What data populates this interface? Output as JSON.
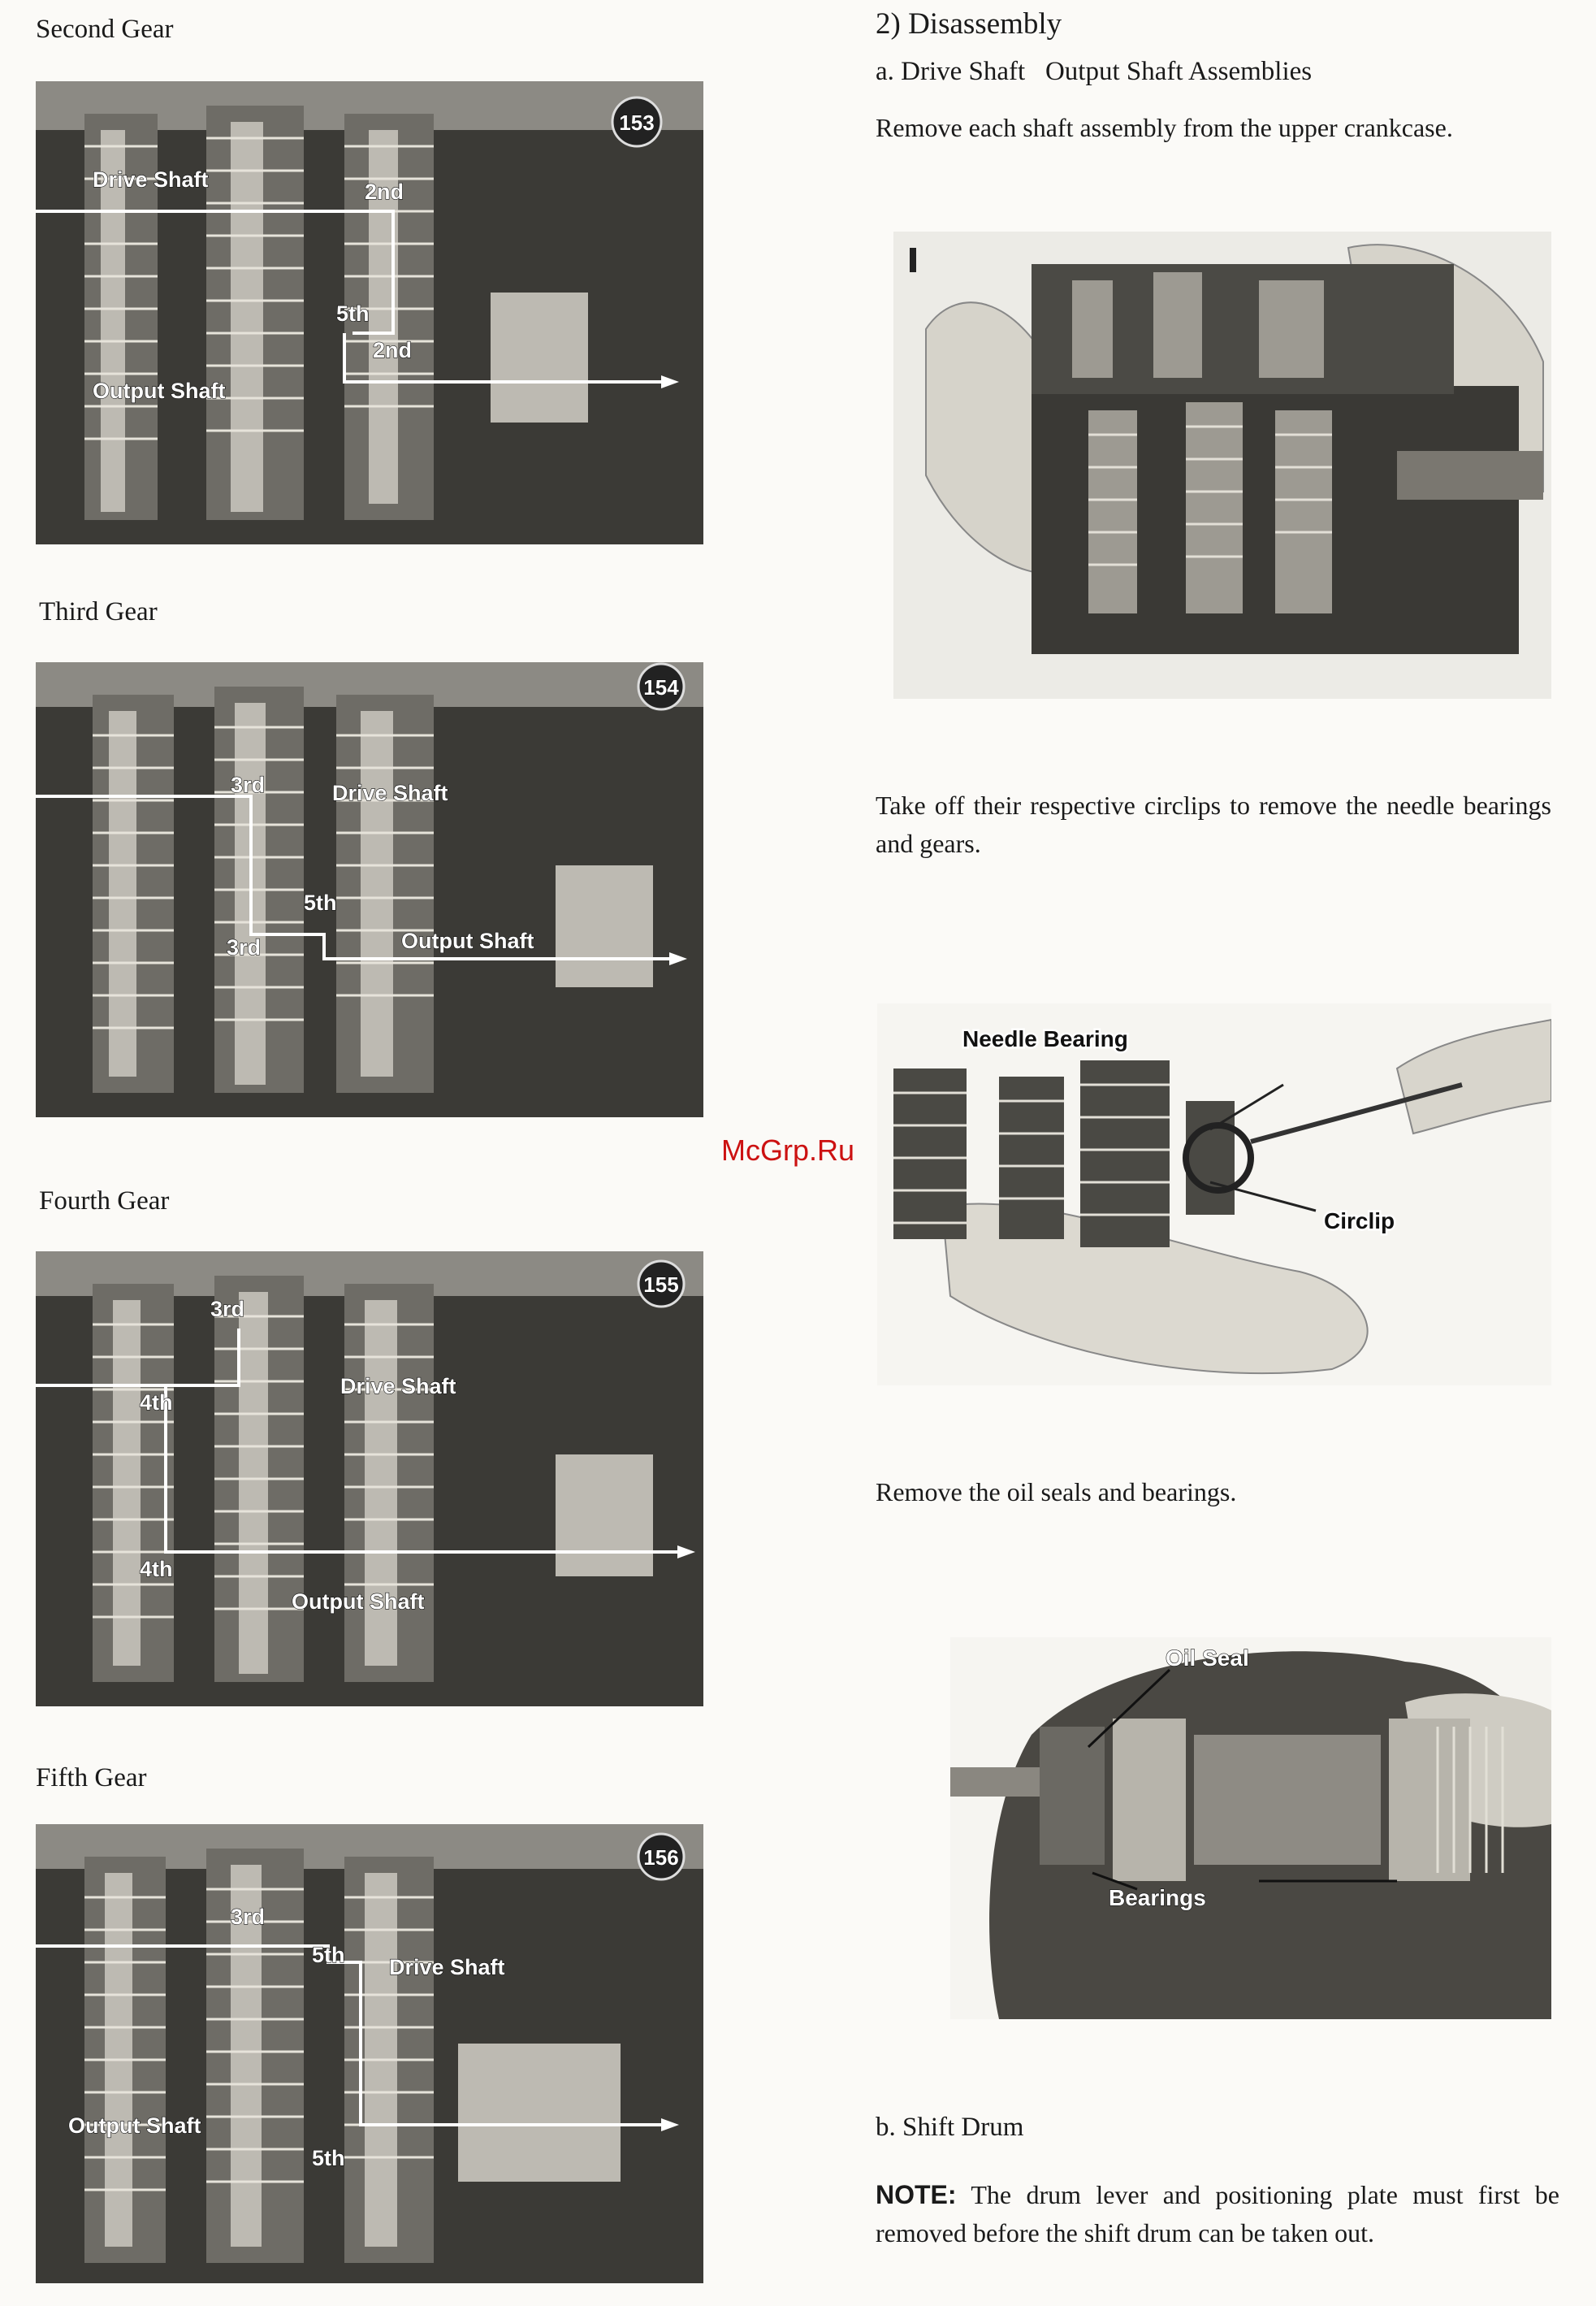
{
  "left": {
    "captions": [
      "Second Gear",
      "Third Gear",
      "Fourth Gear",
      "Fifth Gear"
    ],
    "second_gear": {
      "drive_shaft": "Drive Shaft",
      "output_shaft": "Output Shaft",
      "g2": "2nd",
      "g5": "5th",
      "g2b": "2nd",
      "fig": "153"
    },
    "third_gear": {
      "drive_shaft": "Drive Shaft",
      "output_shaft": "Output Shaft",
      "g3": "3rd",
      "g5": "5th",
      "g3b": "3rd",
      "fig": "154"
    },
    "fourth_gear": {
      "drive_shaft": "Drive Shaft",
      "output_shaft": "Output Shaft",
      "g3": "3rd",
      "g4": "4th",
      "g4b": "4th",
      "fig": "155"
    },
    "fifth_gear": {
      "drive_shaft": "Drive Shaft",
      "output_shaft": "Output Shaft",
      "g3": "3rd",
      "g5": "5th",
      "g5b": "5th",
      "fig": "156"
    }
  },
  "right": {
    "heading": "2) Disassembly",
    "sub_a": "a. Drive Shaft   Output Shaft Assemblies",
    "p1": "Remove each shaft assembly from the upper crankcase.",
    "p2": "Take off their respective circlips to remove the needle bearings and gears.",
    "needle_bearing": "Needle Bearing",
    "circlip": "Circlip",
    "p3": "Remove the oil seals and bearings.",
    "oil_seal": "Oil Seal",
    "bearings": "Bearings",
    "sub_b": "b. Shift Drum",
    "note_label": "NOTE:",
    "note_text": "The drum lever and positioning plate must first be removed before the shift drum can be taken out."
  },
  "watermark": "McGrp.Ru"
}
